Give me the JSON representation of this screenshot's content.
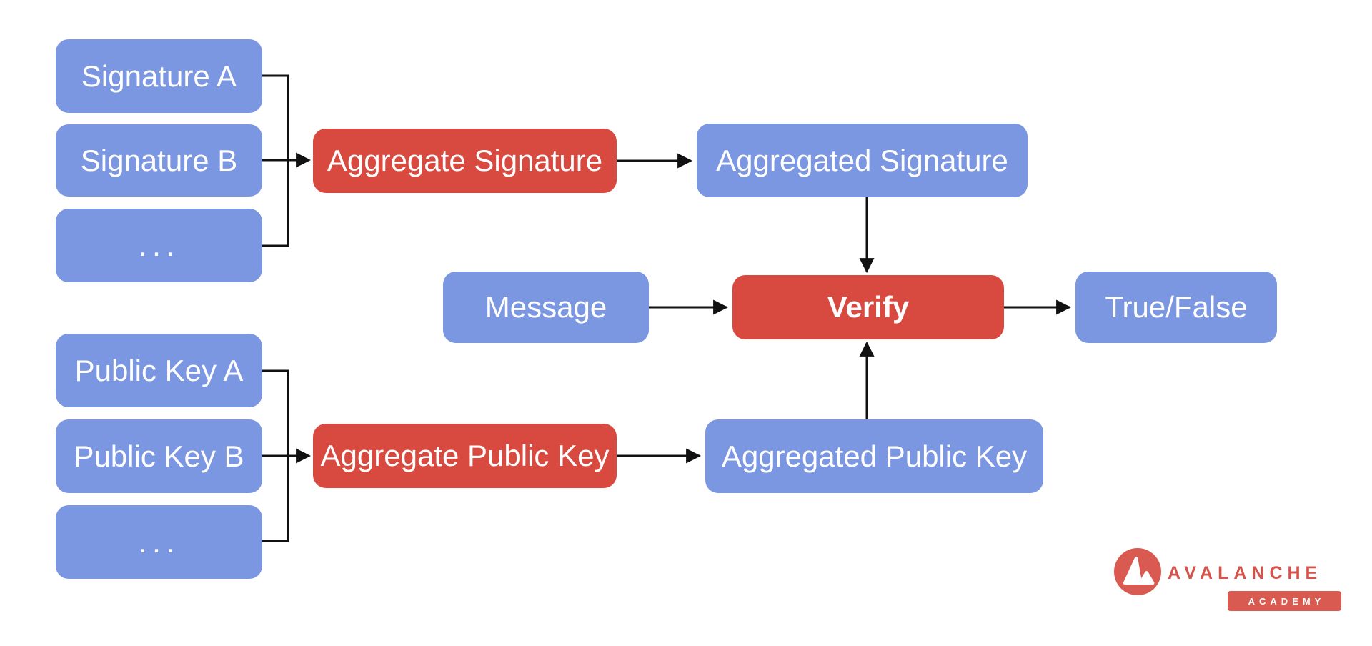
{
  "diagram": {
    "nodes": {
      "signature_a": "Signature A",
      "signature_b": "Signature B",
      "signature_more": "...",
      "aggregate_signature": "Aggregate Signature",
      "aggregated_signature": "Aggregated Signature",
      "message": "Message",
      "verify": "Verify",
      "true_false": "True/False",
      "public_key_a": "Public Key A",
      "public_key_b": "Public Key B",
      "public_key_more": "...",
      "aggregate_public_key": "Aggregate Public Key",
      "aggregated_public_key": "Aggregated Public Key"
    },
    "colors": {
      "node_blue": "#7C97E2",
      "node_red": "#D8493F",
      "node_text": "#FFFFFF",
      "connector": "#111111"
    }
  },
  "logo": {
    "wordmark": "AVALANCHE",
    "badge": "ACADEMY",
    "color": "#D85A50"
  }
}
